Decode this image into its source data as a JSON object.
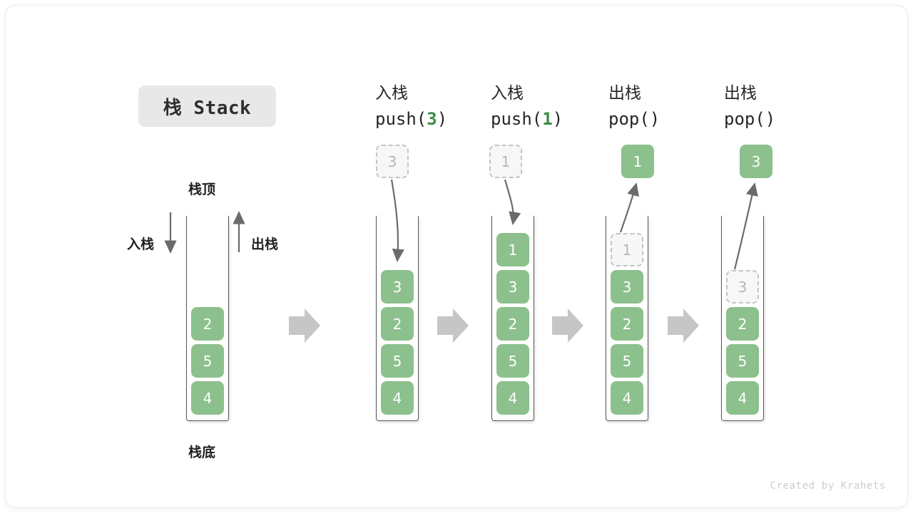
{
  "title_badge": {
    "text": "栈 Stack"
  },
  "left_stack": {
    "top_label": "栈顶",
    "bottom_label": "栈底",
    "push_label": "入栈",
    "pop_label": "出栈",
    "cells": [
      "2",
      "5",
      "4"
    ]
  },
  "steps": [
    {
      "id": "push-3",
      "cn": "入栈",
      "code_prefix": "push(",
      "code_value": "3",
      "code_suffix": ")",
      "floating": {
        "value": "3",
        "state": "ghost"
      },
      "flow": "in",
      "cells": [
        {
          "value": "3",
          "state": "filled"
        },
        {
          "value": "2",
          "state": "filled"
        },
        {
          "value": "5",
          "state": "filled"
        },
        {
          "value": "4",
          "state": "filled"
        }
      ]
    },
    {
      "id": "push-1",
      "cn": "入栈",
      "code_prefix": "push(",
      "code_value": "1",
      "code_suffix": ")",
      "floating": {
        "value": "1",
        "state": "ghost"
      },
      "flow": "in",
      "cells": [
        {
          "value": "1",
          "state": "filled"
        },
        {
          "value": "3",
          "state": "filled"
        },
        {
          "value": "2",
          "state": "filled"
        },
        {
          "value": "5",
          "state": "filled"
        },
        {
          "value": "4",
          "state": "filled"
        }
      ]
    },
    {
      "id": "pop-1",
      "cn": "出栈",
      "code_prefix": "pop(",
      "code_value": "",
      "code_suffix": ")",
      "floating": {
        "value": "1",
        "state": "filled"
      },
      "flow": "out",
      "cells": [
        {
          "value": "1",
          "state": "ghost"
        },
        {
          "value": "3",
          "state": "filled"
        },
        {
          "value": "2",
          "state": "filled"
        },
        {
          "value": "5",
          "state": "filled"
        },
        {
          "value": "4",
          "state": "filled"
        }
      ]
    },
    {
      "id": "pop-2",
      "cn": "出栈",
      "code_prefix": "pop(",
      "code_value": "",
      "code_suffix": ")",
      "floating": {
        "value": "3",
        "state": "filled"
      },
      "flow": "out",
      "cells": [
        {
          "value": "3",
          "state": "ghost"
        },
        {
          "value": "2",
          "state": "filled"
        },
        {
          "value": "5",
          "state": "filled"
        },
        {
          "value": "4",
          "state": "filled"
        }
      ]
    }
  ],
  "step_separators": [
    "→",
    "→",
    "→",
    "→"
  ],
  "footer": {
    "credit": "Created by Krahets"
  },
  "colors": {
    "accent_green": "#8cc08c",
    "code_green": "#3c8c45",
    "ghost_gray": "#c4c4c4",
    "arrow_gray": "#6b6b6b",
    "block_arrow_gray": "#c6c6c6",
    "badge_bg": "#e8e8e8",
    "text": "#262626"
  }
}
